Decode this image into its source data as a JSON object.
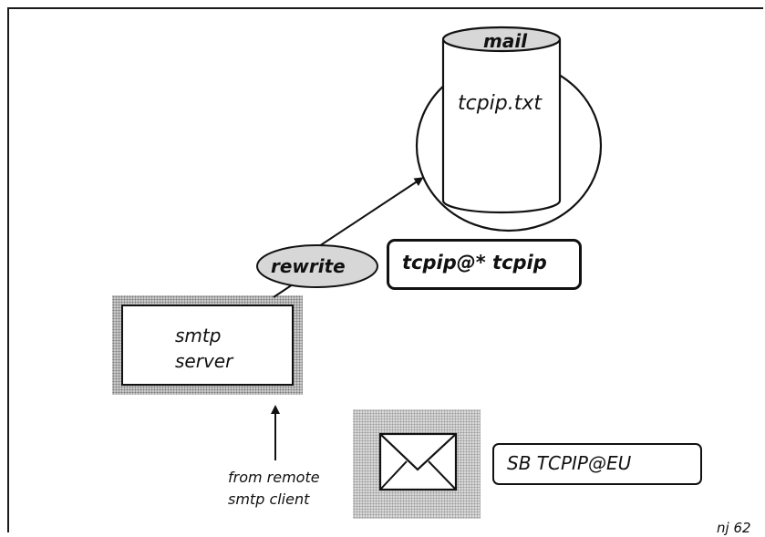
{
  "store": {
    "header": "mail",
    "filename": "tcpip.txt"
  },
  "rewrite": {
    "label": "rewrite"
  },
  "rule": {
    "text": "tcpip@* tcpip"
  },
  "server": {
    "line1": "smtp",
    "line2": "server"
  },
  "client": {
    "line1": "from remote",
    "line2": "smtp client"
  },
  "envelope": {
    "address": "SB TCPIP@EU"
  },
  "footer": {
    "page_ref": "nj 62"
  },
  "colors": {
    "ink": "#111111",
    "ellipse_fill": "#d7d7d7"
  }
}
